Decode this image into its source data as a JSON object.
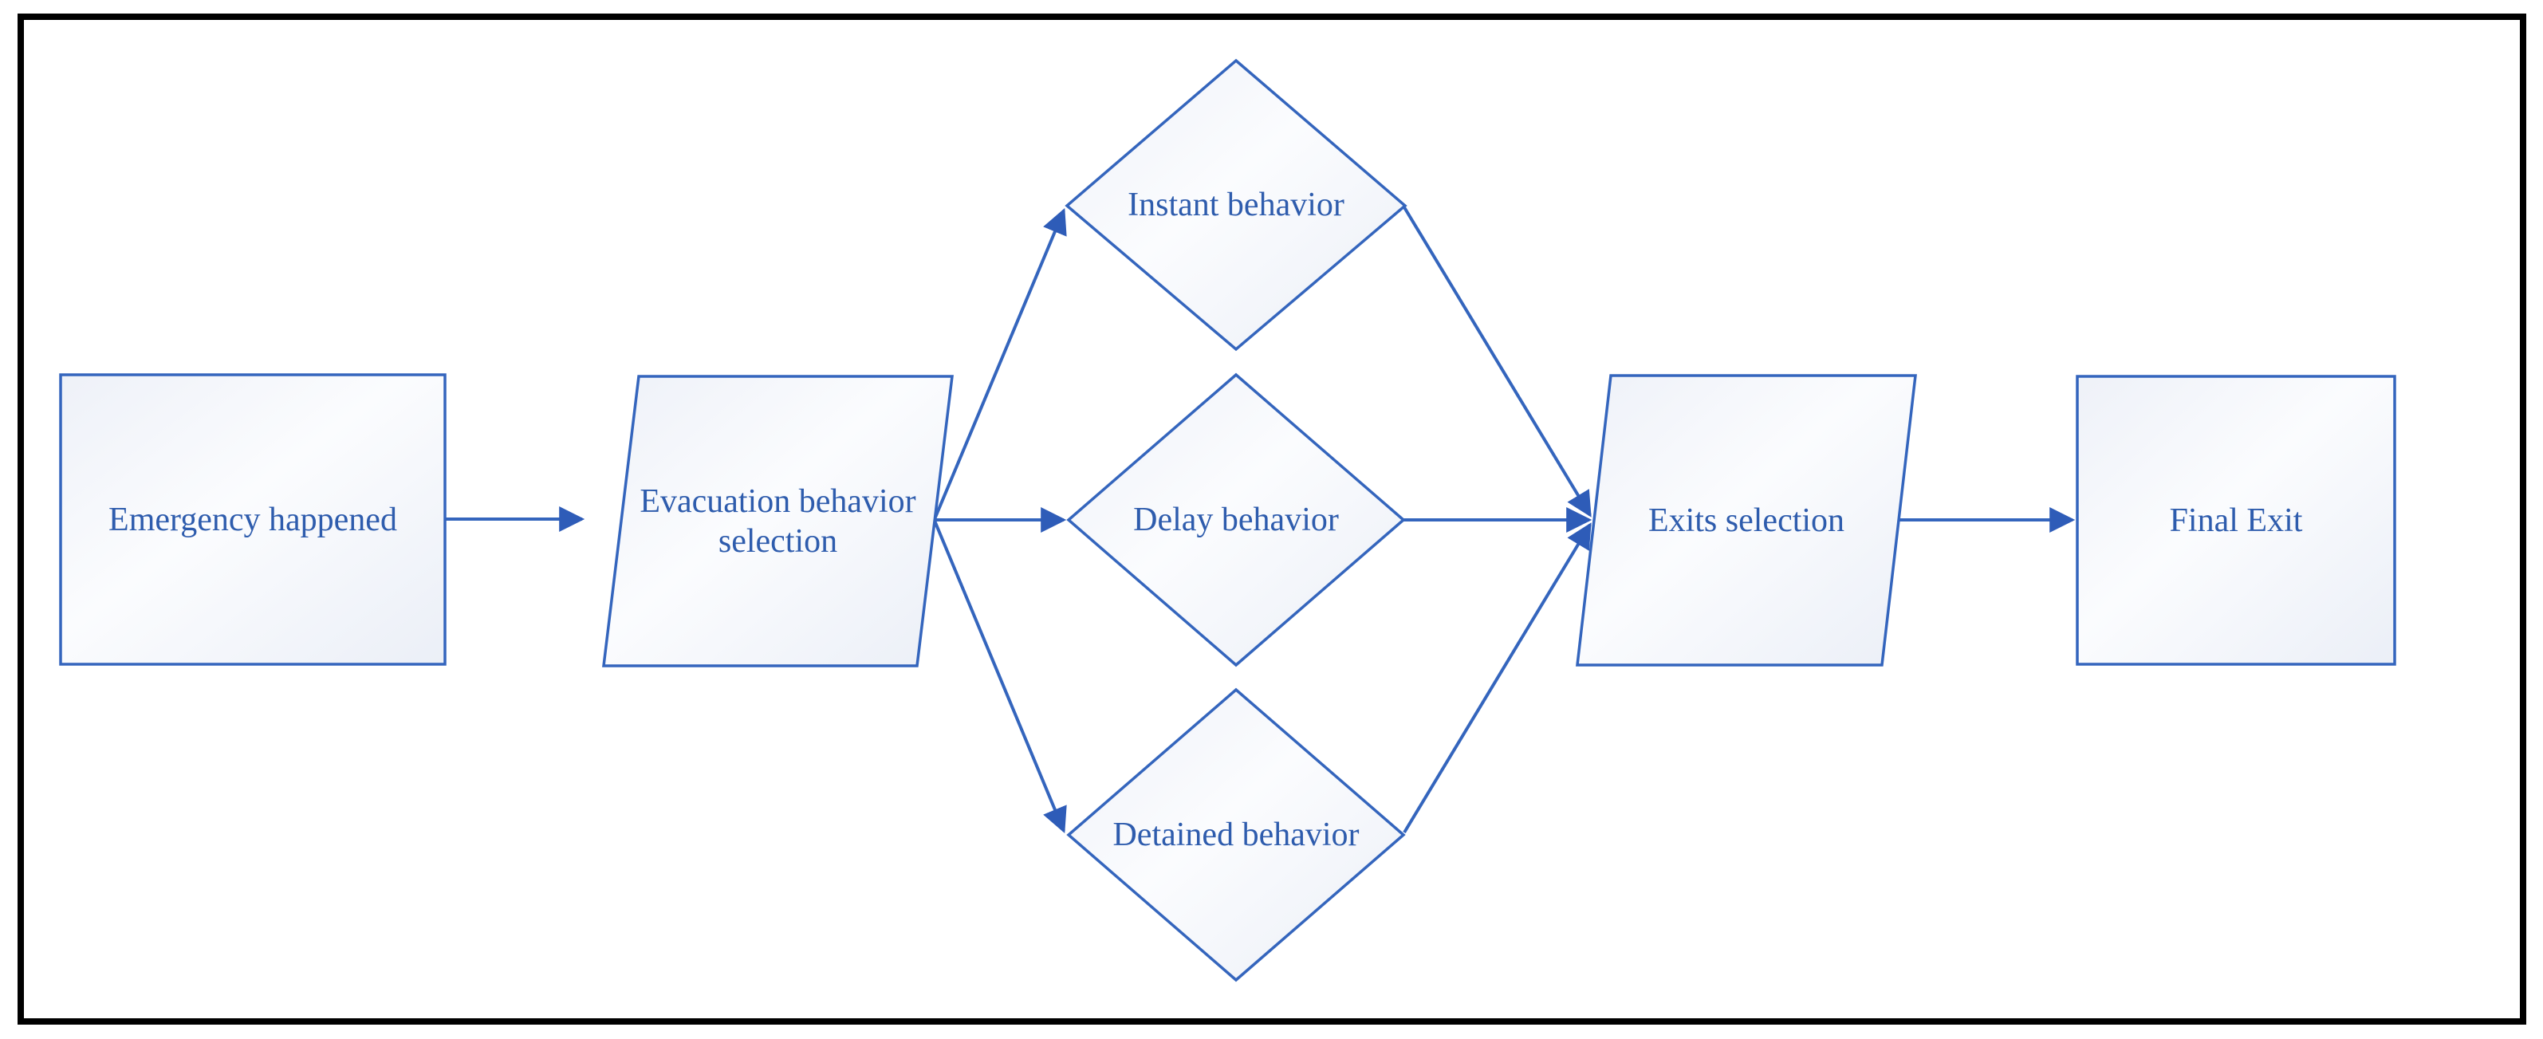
{
  "diagram": {
    "type": "flowchart",
    "background_color": "#ffffff",
    "frame_color": "#000000",
    "line_color": "#3465bd",
    "text_color": "#2e5cad",
    "shape_fill_light": "#eef1f8",
    "shape_fill_white": "#fbfcfe",
    "nodes": [
      {
        "id": "emergency",
        "shape": "rectangle",
        "label": "Emergency happened"
      },
      {
        "id": "evacuation",
        "shape": "parallelogram",
        "label": "Evacuation behavior selection"
      },
      {
        "id": "instant",
        "shape": "diamond",
        "label": "Instant behavior"
      },
      {
        "id": "delay",
        "shape": "diamond",
        "label": "Delay behavior"
      },
      {
        "id": "detained",
        "shape": "diamond",
        "label": "Detained behavior"
      },
      {
        "id": "exits",
        "shape": "parallelogram",
        "label": "Exits selection"
      },
      {
        "id": "final_exit",
        "shape": "rectangle",
        "label": "Final Exit"
      }
    ],
    "edges": [
      {
        "from": "emergency",
        "to": "evacuation"
      },
      {
        "from": "evacuation",
        "to": "instant"
      },
      {
        "from": "evacuation",
        "to": "delay"
      },
      {
        "from": "evacuation",
        "to": "detained"
      },
      {
        "from": "instant",
        "to": "exits"
      },
      {
        "from": "delay",
        "to": "exits"
      },
      {
        "from": "detained",
        "to": "exits"
      },
      {
        "from": "exits",
        "to": "final_exit"
      }
    ]
  }
}
